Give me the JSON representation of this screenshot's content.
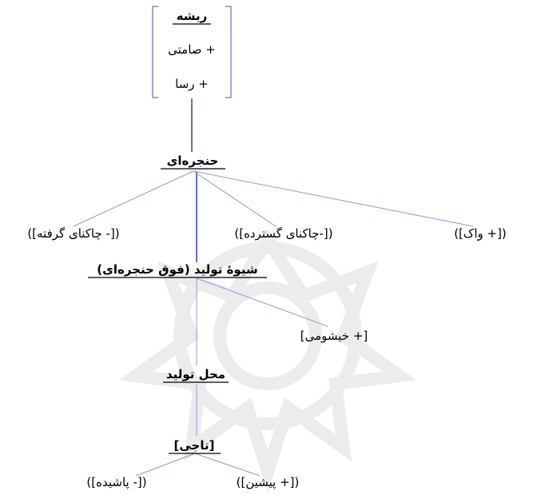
{
  "root": {
    "label": "ریشه",
    "features": [
      "+ صامتی",
      "+ رسا"
    ]
  },
  "laryngeal": {
    "label": "حنجره‌ای",
    "children": [
      "([- چاکنای گرفته])",
      "([-چاکنای گسترده])",
      "([+ واک])"
    ]
  },
  "manner": {
    "label": "شیوهٔ تولید (فوق حنجره‌ای)",
    "child": "[+ خیشومی]"
  },
  "place": {
    "label": "محل تولید"
  },
  "coronal": {
    "label": "[تاجی]",
    "children": [
      "([- پاشیده])",
      "([+ پیشین])"
    ]
  }
}
